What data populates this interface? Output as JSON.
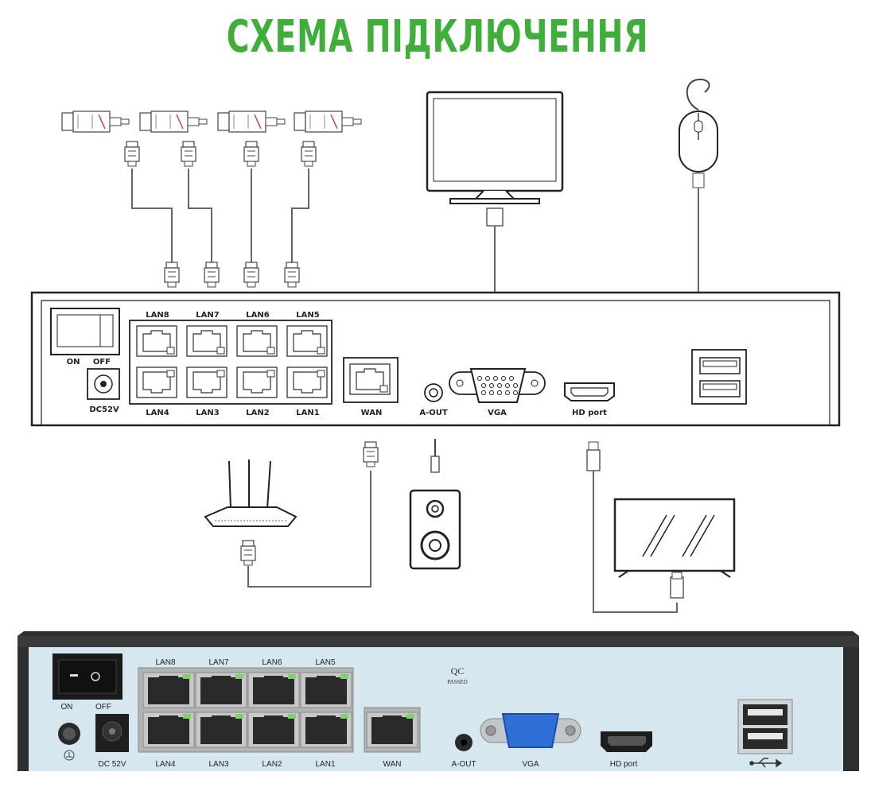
{
  "title": "СХЕМА ПІДКЛЮЧЕННЯ",
  "colors": {
    "title": "#3fae3a",
    "panel_photo": "#d6e7f0",
    "vga_blue": "#2f6fd6",
    "chassis": "#333333"
  },
  "diagram": {
    "switch_on": "ON",
    "switch_off": "OFF",
    "power": "DC52V",
    "lan_top": [
      "LAN8",
      "LAN7",
      "LAN6",
      "LAN5"
    ],
    "lan_bottom": [
      "LAN4",
      "LAN3",
      "LAN2",
      "LAN1"
    ],
    "wan": "WAN",
    "aout": "A-OUT",
    "vga": "VGA",
    "hd": "HD port"
  },
  "photo": {
    "switch_on": "ON",
    "switch_off": "OFF",
    "power": "DC 52V",
    "qc": "QC",
    "qc_passed": "PASSED",
    "lan_top": [
      "LAN8",
      "LAN7",
      "LAN6",
      "LAN5"
    ],
    "lan_bottom": [
      "LAN4",
      "LAN3",
      "LAN2",
      "LAN1"
    ],
    "wan": "WAN",
    "aout": "A-OUT",
    "vga": "VGA",
    "hd": "HD port"
  },
  "icons": [
    "ip-camera-icon",
    "monitor-icon",
    "mouse-icon",
    "router-icon",
    "speaker-icon",
    "tv-icon",
    "usb-icon",
    "ground-icon"
  ]
}
